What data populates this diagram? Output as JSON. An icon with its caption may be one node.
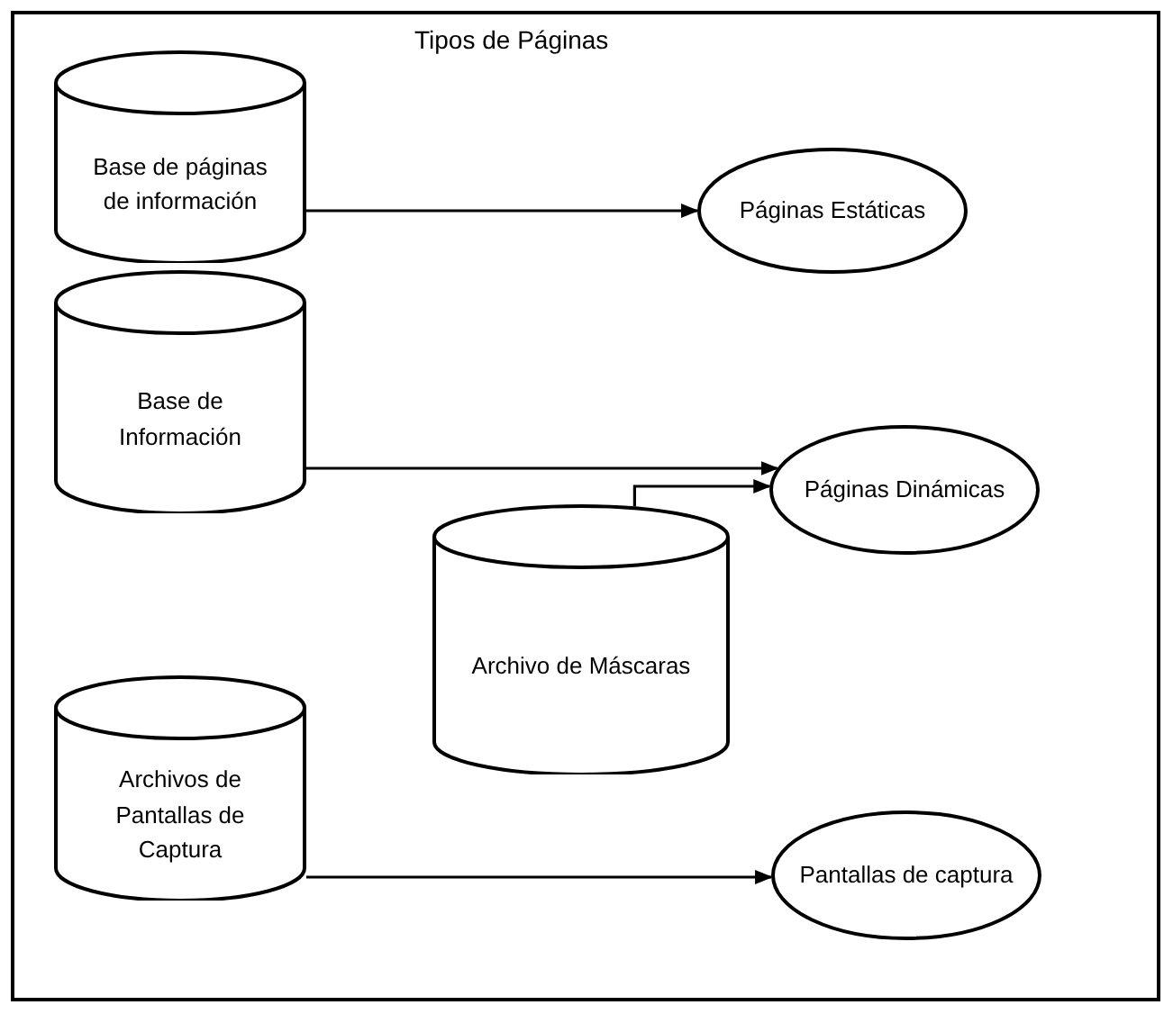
{
  "diagram": {
    "title": "Tipos de Páginas",
    "nodes": [
      {
        "text": [
          "Base de páginas de información"
        ]
      },
      {
        "text": [
          "Páginas Estáticas"
        ]
      },
      {
        "text": [
          "Base de Información"
        ]
      },
      {
        "text": [
          "Páginas Dinámicas"
        ]
      },
      {
        "text": [
          "Archivo de Máscaras"
        ]
      },
      {
        "text": [
          "Archivos de Pantallas de Captura"
        ]
      },
      {
        "text": [
          "Pantallas de captura"
        ]
      }
    ],
    "edges": [
      {
        "from": 0,
        "to": 1,
        "arrow": "to"
      },
      {
        "from": 2,
        "to": 3,
        "arrow": "to"
      },
      {
        "from": 4,
        "to": 3,
        "arrow": "to"
      },
      {
        "from": 5,
        "to": 6,
        "arrow": "to"
      }
    ]
  }
}
